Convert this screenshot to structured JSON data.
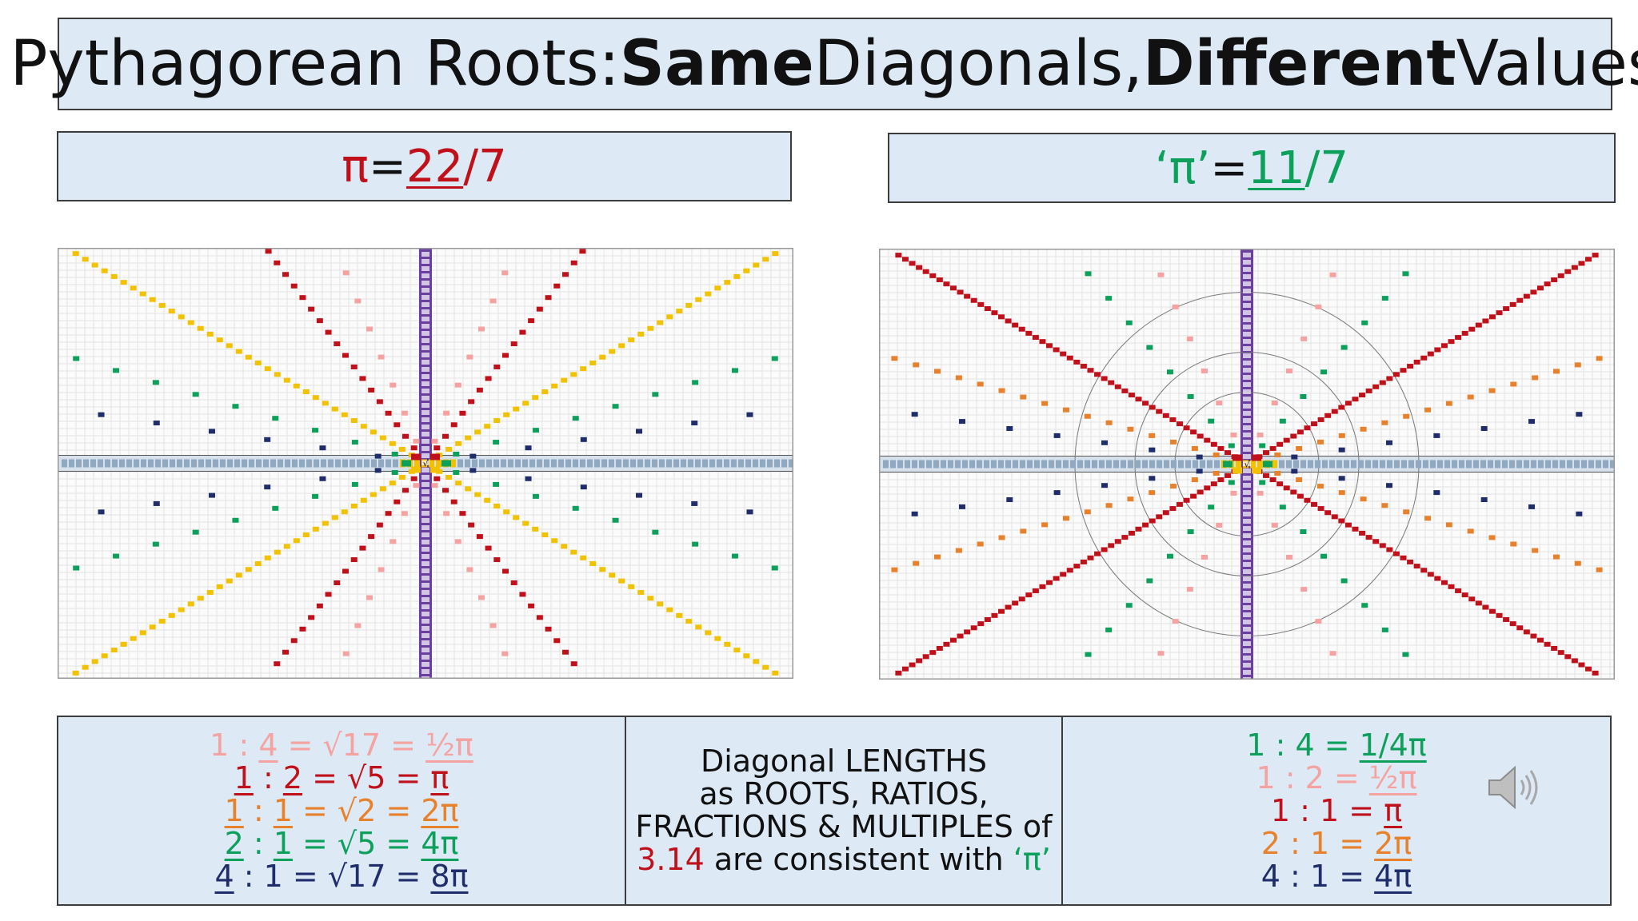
{
  "title": {
    "part1": "Pythagorean Roots: ",
    "bold1": "Same",
    "part2": " Diagonals, ",
    "bold2": "Different",
    "part3": " Values"
  },
  "left_header": {
    "symbol": "π",
    "eq": " = ",
    "numerator": "22",
    "slash": " / ",
    "denominator": "7"
  },
  "right_header": {
    "symbol": "‘π’",
    "eq": " = ",
    "numerator": "11",
    "slash": " / ",
    "denominator": "7"
  },
  "colors": {
    "red": "#c0101a",
    "green": "#0da05a",
    "pink": "#f4a3a0",
    "orange": "#e8812c",
    "navy": "#1f2d6b",
    "yellow": "#f2c200",
    "purple": "#6a3fa0",
    "panel_bg": "#dde9f5"
  },
  "left_grid": {
    "center_label": "√"
  },
  "right_grid": {
    "center_label": "√"
  },
  "left_equations": [
    {
      "a": "1",
      "sep": " : ",
      "b": "4",
      "e1": " = √17 = ",
      "res": "½π",
      "color": "pink"
    },
    {
      "a": "1",
      "sep": " : ",
      "b": "2",
      "e1": " = √5 = ",
      "res": "π",
      "color": "red"
    },
    {
      "a": "1",
      "sep": " : ",
      "b": "1",
      "e1": " = √2 = ",
      "res": "2π",
      "color": "orange"
    },
    {
      "a": "2",
      "sep": " : ",
      "b": "1",
      "e1": " = √5 = ",
      "res": "4π",
      "color": "green"
    },
    {
      "a": "4",
      "sep": " : ",
      "b": "1",
      "e1": " = √17 = ",
      "res": "8π",
      "color": "navy"
    }
  ],
  "middle_text": {
    "line1": "Diagonal LENGTHS",
    "line2": "as ROOTS, RATIOS,",
    "line3": "FRACTIONS & MULTIPLES of",
    "line4_value": "3.14",
    "line4_text": " are consistent with ",
    "line4_symbol": "‘π’"
  },
  "right_equations": [
    {
      "a": "1",
      "sep": " : ",
      "b": "4",
      "e1": " = ",
      "res": "1/4π",
      "color": "green"
    },
    {
      "a": "1",
      "sep": " : ",
      "b": "2",
      "e1": " = ",
      "res": "½π",
      "color": "pink"
    },
    {
      "a": "1",
      "sep": " : ",
      "b": "1",
      "e1": " = ",
      "res": "π",
      "color": "red"
    },
    {
      "a": "2",
      "sep": " : ",
      "b": "1",
      "e1": " = ",
      "res": "2π",
      "color": "orange"
    },
    {
      "a": "4",
      "sep": " : ",
      "b": "1",
      "e1": " = ",
      "res": "4π",
      "color": "navy"
    }
  ],
  "speaker_icon": "speaker-icon"
}
